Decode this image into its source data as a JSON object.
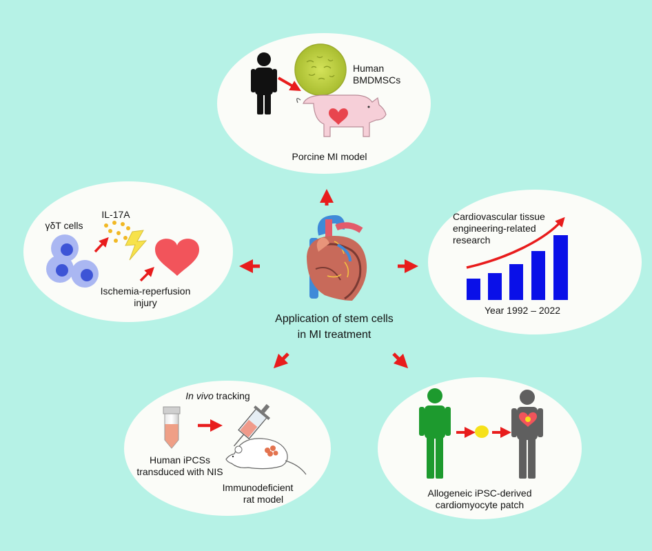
{
  "colors": {
    "background": "#b6f2e6",
    "panel": "#fbfcf8",
    "arrow": "#e81c1c",
    "bar": "#0a10e8",
    "green_person": "#1d9a2e",
    "grey_person": "#5f5f5f",
    "cell_blue": "#3d54d6",
    "heart_red": "#f2545b",
    "pig_pink": "#f6cfd8",
    "culture_green": "#c2d643"
  },
  "center": {
    "title_line1": "Application of stem cells",
    "title_line2": "in MI treatment",
    "icon": "anatomical-heart-icon"
  },
  "top": {
    "label_cells_line1": "Human",
    "label_cells_line2": "BMDMSCs",
    "label_model": "Porcine MI model",
    "icons": [
      "human-silhouette-icon",
      "cell-culture-dish-icon",
      "pig-icon",
      "heart-icon"
    ]
  },
  "left": {
    "label_cells": "γδT cells",
    "label_cytokine": "IL-17A",
    "label_injury_line1": "Ischemia-reperfusion",
    "label_injury_line2": "injury",
    "icons": [
      "immune-cell-icon",
      "cytokine-dots-icon",
      "lightning-icon",
      "heart-icon"
    ]
  },
  "right": {
    "label_line1": "Cardiovascular tissue",
    "label_line2": "engineering-related",
    "label_line3": "research",
    "label_years": "Year 1992 – 2022",
    "icons": [
      "bar-chart-icon",
      "trend-arrow-icon"
    ]
  },
  "bottom_left": {
    "label_tracking_italic": "In vivo",
    "label_tracking_rest": " tracking",
    "label_cells_line1": "Human iPCSs",
    "label_cells_line2": "transduced with NIS",
    "label_model_line1": "Immunodeficient",
    "label_model_line2": "rat model",
    "icons": [
      "centrifuge-tube-icon",
      "syringe-icon",
      "rat-icon"
    ]
  },
  "bottom_right": {
    "label_line1": "Allogeneic iPSC-derived",
    "label_line2": "cardiomyocyte patch",
    "icons": [
      "donor-person-icon",
      "cell-patch-icon",
      "recipient-person-icon",
      "heart-icon"
    ]
  }
}
